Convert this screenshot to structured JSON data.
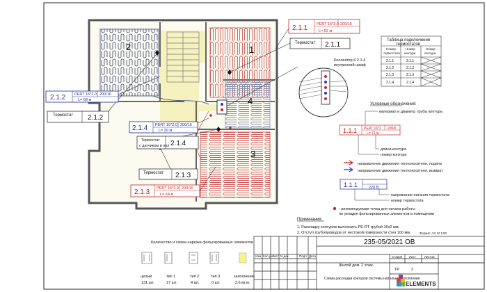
{
  "rooms": [
    {
      "num": "1"
    },
    {
      "num": "2"
    },
    {
      "num": "3"
    },
    {
      "num": "4"
    }
  ],
  "circuits": {
    "c211": {
      "id": "2.1.1",
      "pipe": "PERT 16*2.0",
      "len": "L= 52 м",
      "dim": "200/16"
    },
    "c212": {
      "id": "2.1.2",
      "pipe": "PERT 16*2.0",
      "len": "L= 68 м",
      "dim": "200/16"
    },
    "c214": {
      "id": "2.1.4",
      "pipe": "PERT 16*2.0",
      "len": "L= 30 м",
      "dim": "200/16"
    },
    "c213": {
      "id": "2.1.3",
      "pipe": "PERT 16*2.0",
      "len": "L= 64 м",
      "dim": "200/16"
    }
  },
  "thermostats": {
    "t211": {
      "label": "Термостат",
      "id": "2.1.1"
    },
    "t212": {
      "label": "Термостат",
      "id": "2.1.2"
    },
    "t214": {
      "label1": "Термостат",
      "label2": "с датчиком в пол",
      "id": "2.1.4"
    },
    "t213": {
      "label": "Термостат",
      "id": "2.1.3"
    }
  },
  "collector": {
    "line1": "Коллектор К.2.1.4",
    "line2": "внутренний шкаф"
  },
  "conn_table": {
    "title1": "Таблица подключения",
    "title2": "термостатов",
    "headers": [
      [
        "Номер",
        "термостата"
      ],
      [
        "Номер",
        "контура"
      ],
      [
        "Номер",
        "контура"
      ]
    ],
    "rows": [
      [
        "2.1.1",
        "2.1.1",
        ""
      ],
      [
        "2.1.2",
        "2.1.2",
        ""
      ],
      [
        "2.1.3",
        "2.1.3",
        ""
      ],
      [
        "2.1.4",
        "2.1.4",
        ""
      ]
    ]
  },
  "legend": {
    "title": "Условные обозначения:",
    "material": "материал и диаметр трубы контура",
    "sample_id": "1.1.1",
    "sample_pipe": "PERT 16*2",
    "sample_len": "L= 71 м",
    "sample_dim": "200/9",
    "length": "длина контура",
    "number": "номер контура",
    "supply": "направление движения теплоносителя, подача",
    "return": "направление движения теплоносителя, возврат",
    "therm_id": "1.1.1",
    "therm_val": "220 В",
    "therm_power": "напряжение питания термостата",
    "therm_number": "номер термостата",
    "dot_text1": "- рекомендуемая точка для начала работы",
    "dot_text2": "по укладке фольгированных элементов в помещении"
  },
  "notes": {
    "title": "Примечания:",
    "n1": "1. Раскладку контуров выполнить PE-RT трубой  16х2 мм.",
    "n2": "2. Отступ трубопроводов от чистовой поверхности стен 100 мм.",
    "format": "Формат А3, М 1:50"
  },
  "elements": {
    "title": "Количество и схема нарезки фольгированных элементов",
    "items": [
      {
        "name": "целый",
        "count": "131 шт."
      },
      {
        "name": "тип 1",
        "count": "17 шт."
      },
      {
        "name": "тип 2",
        "count": "4 шт."
      },
      {
        "name": "тип 3",
        "count": "0 шт."
      },
      {
        "name": "заполнение",
        "count": "2,6 кв.м."
      }
    ]
  },
  "stamp": {
    "code": "235-05/2021 ОВ",
    "cols": [
      "Изм",
      "Кол.уч",
      "Лист",
      "N док",
      "Подп",
      "Дата"
    ],
    "object": "Жилой дом. 2 этаж",
    "stage_h": "Стадия",
    "sheet_h": "Лист",
    "sheets_h": "Листов",
    "stage": "ТР",
    "sheet": "2",
    "sheets": "",
    "drawing": "Схема раскладки контуров системы напольного отопления",
    "logo": "ELEMENTS"
  }
}
